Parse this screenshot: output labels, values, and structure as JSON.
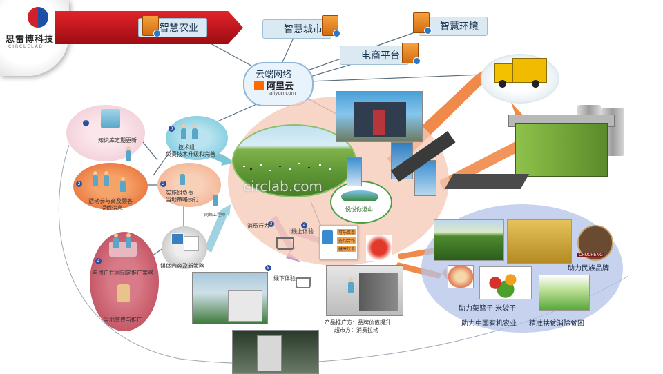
{
  "brand": {
    "logo_text": "思雷博科技",
    "logo_sub": "CIRCLELAB"
  },
  "banner": {
    "title": "智慧农业"
  },
  "tags": {
    "smart_city": "智慧城市",
    "smart_env": "智慧环境",
    "ecommerce": "电商平台"
  },
  "cloud": {
    "title": "云端网络",
    "provider": "阿里云",
    "provider_url": "aliyun.com"
  },
  "watermark": "circlab.com",
  "green_badge_text": "悦悦你道山",
  "center_labels": {
    "consumption": "消费行为",
    "online": "线上体验",
    "offline": "线下体验"
  },
  "flyer": {
    "name": "网络工程师"
  },
  "left_nodes": {
    "knowledge": "知识库定期更新",
    "tech_group_line1": "技术组",
    "tech_group_line2": "负责技术升级和完善",
    "activity_line1": "活动参与商及顾客",
    "activity_line2": "提供信息",
    "impl_line1": "实施组负责",
    "impl_line2": "当地策略执行",
    "media": "媒体内容及新策略",
    "promo_plan": "与用户共同制定推广策略",
    "local_promo": "当地宣传与推广"
  },
  "step_numbers": [
    "1",
    "2",
    "3",
    "4",
    "5"
  ],
  "product_caption": {
    "line1": "产品推广方：品牌价值提升",
    "line2": "超市方：消费拉动"
  },
  "card_labels": [
    "可乐菜单",
    "签约合作",
    "健康饮食"
  ],
  "right_labels": {
    "folk_brand": "助力民族品牌",
    "basket": "助力菜篮子 米袋子",
    "organic": "助力中国有机农业",
    "poverty": "精准扶贫消除贫困"
  },
  "brand_badge": "CHUCHENG",
  "colors": {
    "banner_red": "#d0202a",
    "tag_bg": "#dbe9f2",
    "ellipse_peach": "#f6c8b4",
    "ellipse_blue": "#b4c4e8",
    "arrow_orange": "#f08a4b",
    "arrow_teal": "#7cc6d8"
  }
}
